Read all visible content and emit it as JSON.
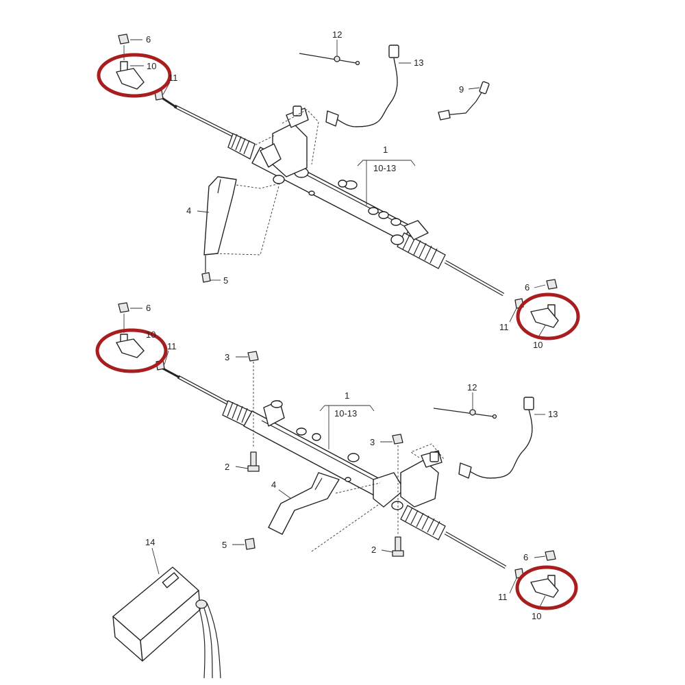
{
  "colors": {
    "highlight": "#a81d1d",
    "line": "#222222",
    "background": "#ffffff"
  },
  "top_assembly": {
    "callouts": {
      "tl_6": "6",
      "tl_10": "10",
      "tl_11": "11",
      "c_12": "12",
      "c_13": "13",
      "c_9": "9",
      "c_1": "1",
      "c_1_range": "10-13",
      "c_4": "4",
      "c_5": "5",
      "br_6": "6",
      "br_11": "11",
      "br_10": "10"
    }
  },
  "bottom_assembly": {
    "callouts": {
      "tl_6": "6",
      "tl_10": "10",
      "tl_11": "11",
      "c_3a": "3",
      "c_1": "1",
      "c_1_range": "10-13",
      "c_12": "12",
      "c_13": "13",
      "c_3b": "3",
      "c_2a": "2",
      "c_4": "4",
      "c_5": "5",
      "c_2b": "2",
      "br_6": "6",
      "br_11": "11",
      "br_10": "10",
      "c_14": "14"
    }
  }
}
